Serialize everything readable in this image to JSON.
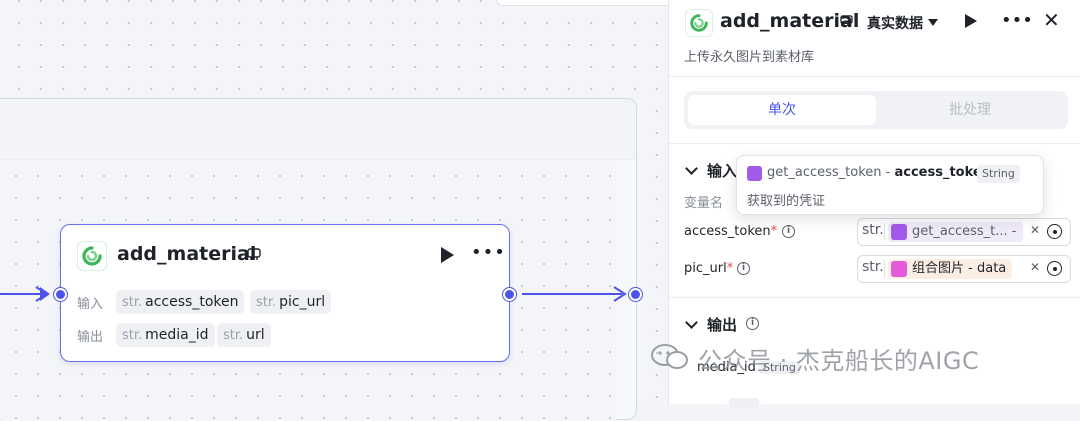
{
  "node": {
    "title": "add_material",
    "input_label": "输入",
    "output_label": "输出",
    "inputs": [
      {
        "type": "str.",
        "name": "access_token"
      },
      {
        "type": "str.",
        "name": "pic_url"
      }
    ],
    "outputs": [
      {
        "type": "str.",
        "name": "media_id"
      },
      {
        "type": "str.",
        "name": "url"
      }
    ]
  },
  "panel": {
    "title": "add_material",
    "mode": "真实数据",
    "description": "上传永久图片到素材库",
    "tabs": [
      "单次",
      "批处理"
    ],
    "input_section": "输入",
    "var_name_header": "变量名",
    "params": [
      {
        "name": "access_token",
        "required": "*",
        "type": "str.",
        "ref": "get_access_t...",
        "sep": "-"
      },
      {
        "name": "pic_url",
        "required": "*",
        "type": "str.",
        "ref": "组合图片",
        "field": "- data"
      }
    ],
    "output_section": "输出",
    "outputs": [
      {
        "name": "media_id",
        "type": "String"
      }
    ]
  },
  "tooltip": {
    "source_node": "get_access_token",
    "sep": " - ",
    "field": "access_token",
    "required": "*",
    "type": "String",
    "description": "获取到的凭证"
  },
  "watermark": "公众号 · 杰克船长的AIGC",
  "icons": [
    "coze-plugin-icon",
    "badge-icon",
    "play-icon",
    "more-icon",
    "close-icon",
    "caret-down-icon",
    "info-icon",
    "target-icon",
    "clear-icon"
  ],
  "colors": {
    "accent": "#4d53e8",
    "plugin_green": "#3bb55b",
    "chip_purple": "#a25ae8",
    "chip_pink": "#e55ad8",
    "required": "#e5484d"
  }
}
